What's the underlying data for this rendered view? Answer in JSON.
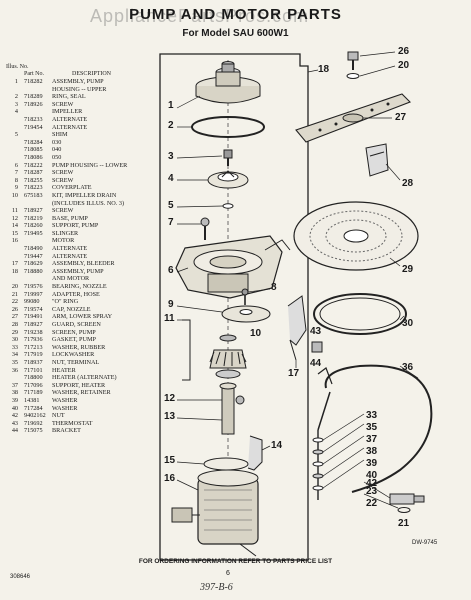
{
  "header": {
    "watermark": "AppliancePartsPros.com",
    "title": "PUMP AND MOTOR PARTS",
    "subtitle": "For Model SAU 600W1"
  },
  "parts_list": {
    "header": {
      "col1": "Illus. No.",
      "col2": "Part No.",
      "col3": "DESCRIPTION"
    },
    "rows": [
      {
        "no": "1",
        "part": "718282",
        "desc": "ASSEMBLY, PUMP"
      },
      {
        "no": "",
        "part": "",
        "desc": "HOUSING -- UPPER"
      },
      {
        "no": "2",
        "part": "718289",
        "desc": "RING, SEAL"
      },
      {
        "no": "3",
        "part": "718926",
        "desc": "SCREW"
      },
      {
        "no": "4",
        "part": "",
        "desc": "IMPELLER"
      },
      {
        "no": "",
        "part": "718233",
        "desc": "ALTERNATE"
      },
      {
        "no": "",
        "part": "719454",
        "desc": "ALTERNATE"
      },
      {
        "no": "5",
        "part": "",
        "desc": "SHIM"
      },
      {
        "no": "",
        "part": "718284",
        "desc": "030"
      },
      {
        "no": "",
        "part": "718085",
        "desc": "040"
      },
      {
        "no": "",
        "part": "718086",
        "desc": "050"
      },
      {
        "no": "6",
        "part": "718222",
        "desc": "PUMP HOUSING -- LOWER"
      },
      {
        "no": "7",
        "part": "718287",
        "desc": "SCREW"
      },
      {
        "no": "8",
        "part": "718255",
        "desc": "SCREW"
      },
      {
        "no": "9",
        "part": "718223",
        "desc": "COVERPLATE"
      },
      {
        "no": "10",
        "part": "675183",
        "desc": "KIT, IMPELLER DRAIN"
      },
      {
        "no": "",
        "part": "",
        "desc": "(INCLUDES ILLUS. NO. 3)"
      },
      {
        "no": "11",
        "part": "718927",
        "desc": "SCREW"
      },
      {
        "no": "12",
        "part": "718219",
        "desc": "BASE, PUMP"
      },
      {
        "no": "14",
        "part": "718260",
        "desc": "SUPPORT, PUMP"
      },
      {
        "no": "15",
        "part": "719495",
        "desc": "SLINGER"
      },
      {
        "no": "16",
        "part": "",
        "desc": "MOTOR"
      },
      {
        "no": "",
        "part": "718490",
        "desc": "ALTERNATE"
      },
      {
        "no": "",
        "part": "719447",
        "desc": "ALTERNATE"
      },
      {
        "no": "17",
        "part": "718629",
        "desc": "ASSEMBLY, BLEEDER"
      },
      {
        "no": "18",
        "part": "718880",
        "desc": "ASSEMBLY, PUMP"
      },
      {
        "no": "",
        "part": "",
        "desc": "AND MOTOR"
      },
      {
        "no": "20",
        "part": "719576",
        "desc": "BEARING, NOZZLE"
      },
      {
        "no": "21",
        "part": "719997",
        "desc": "ADAPTER, HOSE"
      },
      {
        "no": "22",
        "part": "99080",
        "desc": "\"O\" RING"
      },
      {
        "no": "26",
        "part": "719574",
        "desc": "CAP, NOZZLE"
      },
      {
        "no": "27",
        "part": "719491",
        "desc": "ARM, LOWER SPRAY"
      },
      {
        "no": "28",
        "part": "718927",
        "desc": "GUARD, SCREEN"
      },
      {
        "no": "29",
        "part": "719238",
        "desc": "SCREEN, PUMP"
      },
      {
        "no": "30",
        "part": "717936",
        "desc": "GASKET, PUMP"
      },
      {
        "no": "33",
        "part": "717213",
        "desc": "WASHER, RUBBER"
      },
      {
        "no": "34",
        "part": "717919",
        "desc": "LOCKWASHER"
      },
      {
        "no": "35",
        "part": "718937",
        "desc": "NUT, TERMINAL"
      },
      {
        "no": "36",
        "part": "717101",
        "desc": "HEATER"
      },
      {
        "no": "",
        "part": "718800",
        "desc": "HEATER (ALTERNATE)"
      },
      {
        "no": "37",
        "part": "717096",
        "desc": "SUPPORT, HEATER"
      },
      {
        "no": "38",
        "part": "717189",
        "desc": "WASHER, RETAINER"
      },
      {
        "no": "39",
        "part": "14381",
        "desc": "WASHER"
      },
      {
        "no": "40",
        "part": "717284",
        "desc": "WASHER"
      },
      {
        "no": "42",
        "part": "9402162",
        "desc": "NUT"
      },
      {
        "no": "43",
        "part": "719692",
        "desc": "THERMOSTAT"
      },
      {
        "no": "44",
        "part": "715075",
        "desc": "BRACKET"
      }
    ]
  },
  "callouts": [
    {
      "id": "c1",
      "label": "1"
    },
    {
      "id": "c2",
      "label": "2"
    },
    {
      "id": "c3",
      "label": "3"
    },
    {
      "id": "c4",
      "label": "4"
    },
    {
      "id": "c5",
      "label": "5"
    },
    {
      "id": "c6",
      "label": "6"
    },
    {
      "id": "c7",
      "label": "7"
    },
    {
      "id": "c8",
      "label": "8"
    },
    {
      "id": "c9",
      "label": "9"
    },
    {
      "id": "c10",
      "label": "10"
    },
    {
      "id": "c11",
      "label": "11"
    },
    {
      "id": "c12",
      "label": "12"
    },
    {
      "id": "c13",
      "label": "13"
    },
    {
      "id": "c14",
      "label": "14"
    },
    {
      "id": "c15",
      "label": "15"
    },
    {
      "id": "c16",
      "label": "16"
    },
    {
      "id": "c17",
      "label": "17"
    },
    {
      "id": "c18",
      "label": "18"
    },
    {
      "id": "c20",
      "label": "20"
    },
    {
      "id": "c21",
      "label": "21"
    },
    {
      "id": "c22",
      "label": "22"
    },
    {
      "id": "c23",
      "label": "23"
    },
    {
      "id": "c26",
      "label": "26"
    },
    {
      "id": "c27",
      "label": "27"
    },
    {
      "id": "c28",
      "label": "28"
    },
    {
      "id": "c29",
      "label": "29"
    },
    {
      "id": "c30",
      "label": "30"
    },
    {
      "id": "c33",
      "label": "33"
    },
    {
      "id": "c35",
      "label": "35"
    },
    {
      "id": "c36",
      "label": "36"
    },
    {
      "id": "c37",
      "label": "37"
    },
    {
      "id": "c38",
      "label": "38"
    },
    {
      "id": "c39",
      "label": "39"
    },
    {
      "id": "c40",
      "label": "40"
    },
    {
      "id": "c42",
      "label": "42"
    },
    {
      "id": "c43",
      "label": "43"
    },
    {
      "id": "c44",
      "label": "44"
    }
  ],
  "footer": {
    "note": "FOR ORDERING INFORMATION REFER TO PARTS PRICE LIST",
    "doc_code": "308646",
    "page": "6",
    "handwritten": "397-B-6",
    "drawing_no": "DW-9745"
  }
}
